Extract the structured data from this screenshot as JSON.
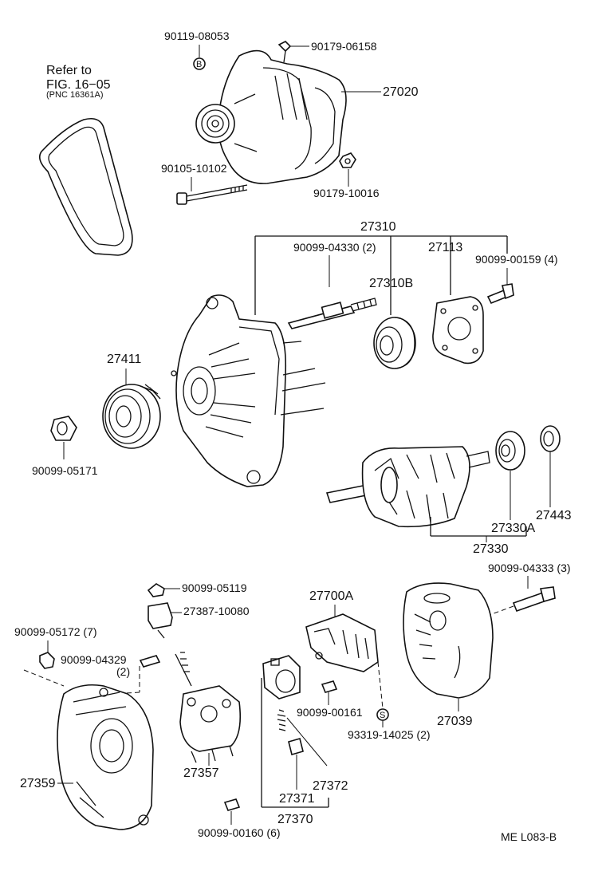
{
  "reference_note": {
    "line1": "Refer to",
    "line2": "FIG. 16−05",
    "line3": "(PNC 16361A)"
  },
  "labels": {
    "p90119_08053": "90119-08053",
    "p90179_06158": "90179-06158",
    "p27020": "27020",
    "p90105_10102": "90105-10102",
    "p90179_10016": "90179-10016",
    "p27310": "27310",
    "p90099_04330": "90099-04330 (2)",
    "p27113": "27113",
    "p90099_00159": "90099-00159 (4)",
    "p27310B": "27310B",
    "p27411": "27411",
    "p90099_05171": "90099-05171",
    "p27443": "27443",
    "p27330A": "27330A",
    "p27330": "27330",
    "p90099_05119": "90099-05119",
    "p27387_10080": "27387-10080",
    "p27700A": "27700A",
    "p90099_04333": "90099-04333 (3)",
    "p90099_05172": "90099-05172 (7)",
    "p90099_04329": "90099-04329",
    "p90099_04329_qty": "(2)",
    "p90099_00161": "90099-00161",
    "p93319_14025": "93319-14025 (2)",
    "p27039": "27039",
    "p27359": "27359",
    "p27357": "27357",
    "p27372": "27372",
    "p27371": "27371",
    "p27370": "27370",
    "p90099_00160": "90099-00160 (6)",
    "footer_code": "ME  L083-B"
  },
  "marker_letters": {
    "b": "B",
    "s": "S"
  }
}
